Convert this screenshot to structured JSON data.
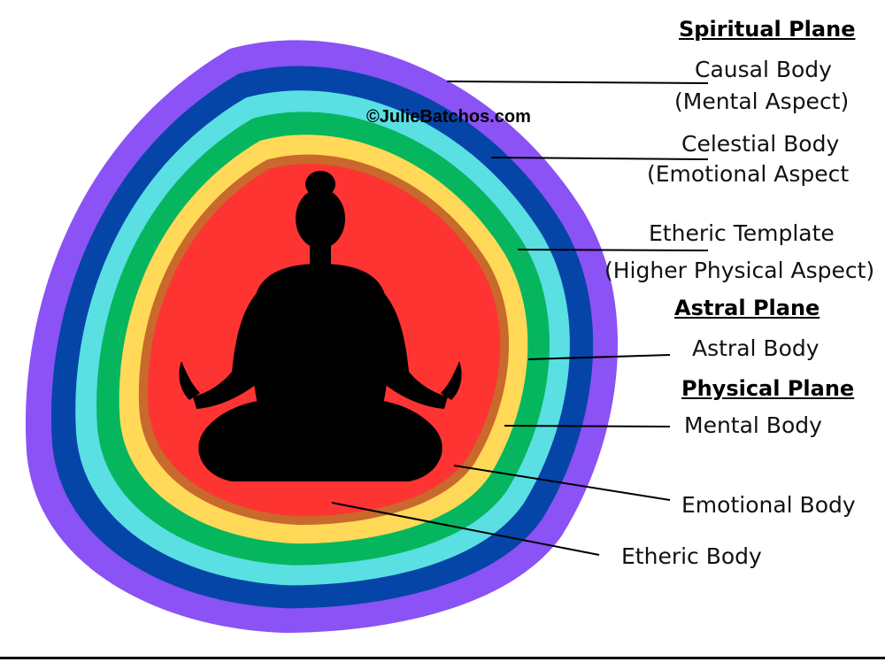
{
  "watermark": "©JulieBatchos.com",
  "headings": {
    "spiritual": "Spiritual Plane",
    "astral": "Astral Plane",
    "physical": "Physical Plane"
  },
  "labels": {
    "causal_line1": "Causal Body",
    "causal_line2": "(Mental Aspect)",
    "celestial_line1": "Celestial  Body",
    "celestial_line2": "(Emotional Aspect",
    "etheric_template_line1": "Etheric Template",
    "etheric_template_line2": "(Higher Physical Aspect)",
    "astral_body": "Astral Body",
    "mental_body": "Mental Body",
    "emotional_body": "Emotional Body",
    "etheric_body": "Etheric Body"
  },
  "layers": [
    {
      "id": "causal",
      "color": "#8b52f5"
    },
    {
      "id": "celestial",
      "color": "#0545a8"
    },
    {
      "id": "etheric-template",
      "color": "#5adfe3"
    },
    {
      "id": "astral",
      "color": "#06b65e"
    },
    {
      "id": "mental",
      "color": "#ffd957"
    },
    {
      "id": "emotional",
      "color": "#c9692c"
    },
    {
      "id": "etheric",
      "color": "#fe3433"
    }
  ],
  "silhouette_color": "#000000"
}
